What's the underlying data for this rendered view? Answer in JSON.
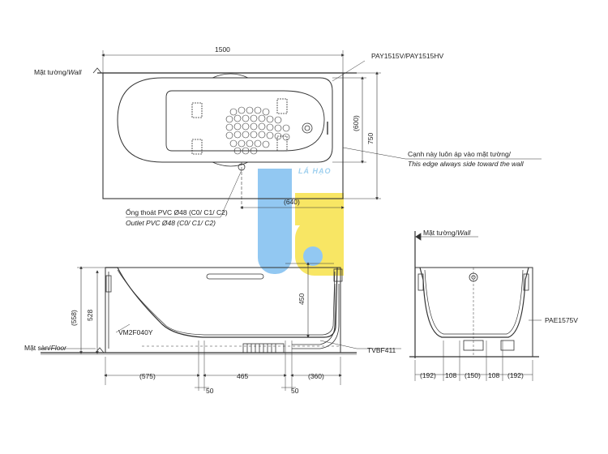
{
  "dims": {
    "top_length": "1500",
    "top_width": "750",
    "top_inner": "(600)",
    "outlet_offset": "(640)",
    "front_height_total": "(558)",
    "front_height_rim": "528",
    "front_drain_height": "450",
    "front_left": "(575)",
    "front_mid": "465",
    "front_right": "(360)",
    "front_gap_1": "50",
    "front_gap_2": "50",
    "side_1": "(192)",
    "side_2": "108",
    "side_3": "(150)",
    "side_4": "108",
    "side_5": "(192)"
  },
  "labels": {
    "wall_vi_top": "Mặt tường/",
    "wall_en_top": "Wall",
    "model_top": "PAY1515V/PAY1515HV",
    "edge_vi": "Cạnh này luôn áp vào mặt tường/",
    "edge_en": "This edge always side toward the wall",
    "outlet_vi": "Ống thoát PVC Ø48 (C0/ C1/ C2)",
    "outlet_en": "Outlet PVC Ø48 (C0/ C1/ C2)",
    "floor_vi": "Mặt sàn/",
    "floor_en": "Floor",
    "part_legs": "VM2F040Y",
    "part_drain": "TVBF411",
    "wall_vi_side": "Mặt tường/",
    "wall_en_side": "Wall",
    "part_side": "PAE1575V"
  },
  "watermark": {
    "text": "LÁ HẠO",
    "colors": {
      "blue": "#7fbff0",
      "yellow": "#f7e24a"
    }
  }
}
